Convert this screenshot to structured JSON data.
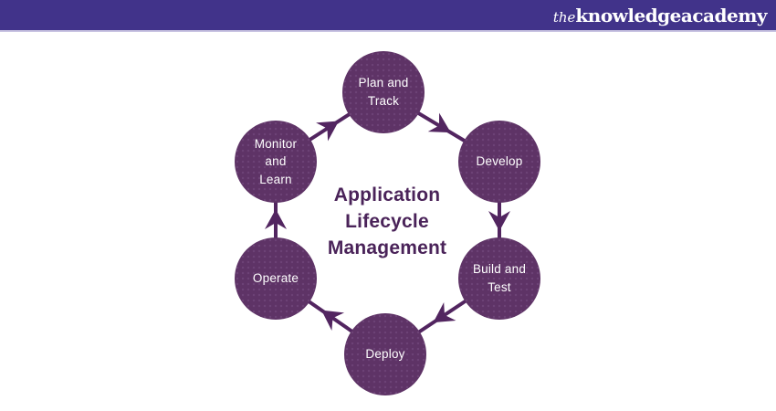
{
  "header": {
    "logo": {
      "the": "the",
      "knowledge": "knowledge",
      "academy": "academy"
    }
  },
  "diagram": {
    "title": "Application\nLifecycle\nManagement",
    "direction": "clockwise",
    "nodes": [
      {
        "id": "plan-and-track",
        "label": "Plan and\nTrack"
      },
      {
        "id": "develop",
        "label": "Develop"
      },
      {
        "id": "build-and-test",
        "label": "Build and\nTest"
      },
      {
        "id": "deploy",
        "label": "Deploy"
      },
      {
        "id": "operate",
        "label": "Operate"
      },
      {
        "id": "monitor-and-learn",
        "label": "Monitor\nand\nLearn"
      }
    ]
  },
  "colors": {
    "header_bg": "#41338A",
    "header_underline": "#C9C4E2",
    "node_fill": "#5E3366",
    "node_dot_texture": "#6D4276",
    "arrow": "#522560",
    "title_text": "#4A2359",
    "node_text": "#FFFFFF",
    "logo_text": "#FFFFFF"
  }
}
